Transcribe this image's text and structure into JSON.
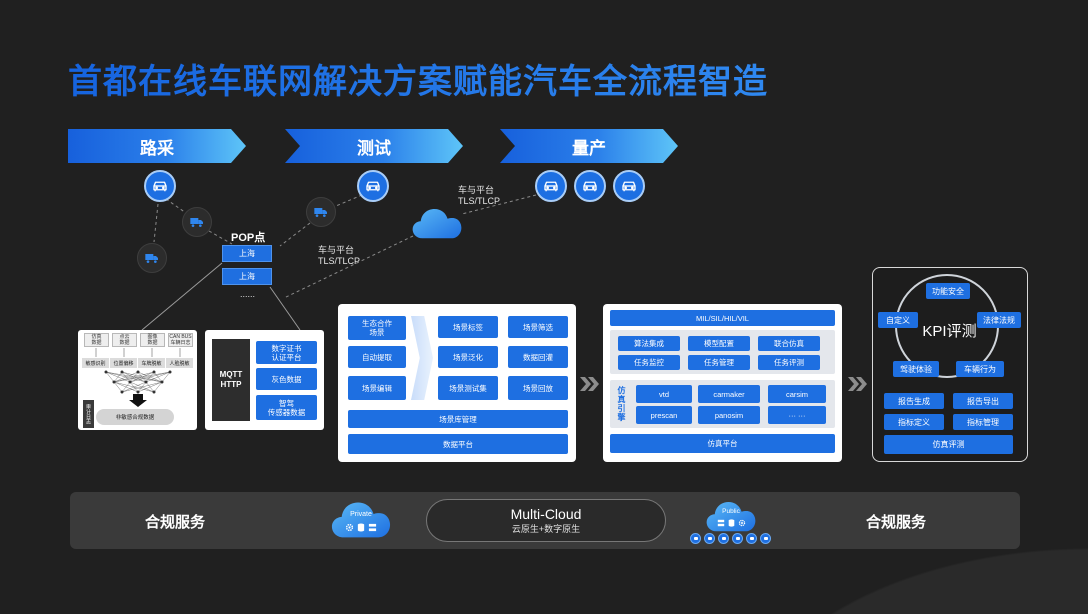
{
  "title": "首都在线车联网解决方案赋能汽车全流程智造",
  "stages": [
    {
      "label": "路采"
    },
    {
      "label": "测试"
    },
    {
      "label": "量产"
    }
  ],
  "link_labels": [
    {
      "line1": "车与平台",
      "line2": "TLS/TLCP"
    },
    {
      "line1": "车与平台",
      "line2": "TLS/TLCP"
    }
  ],
  "pop": {
    "title": "POP点",
    "nodes": [
      "上海",
      "上海"
    ],
    "more": "......"
  },
  "data_pipeline": {
    "sources": [
      "仿真\n数据",
      "点云\n数据",
      "图像\n数据",
      "CAN BUS\n车辆日志"
    ],
    "processes": [
      "敏感识别",
      "位置偏移",
      "车牌脱敏",
      "人脸脱敏"
    ],
    "audit": "审计日志",
    "output": "非敏感合规数据"
  },
  "ingest": {
    "protocol": "MQTT\nHTTP",
    "items": [
      "数字证书\n认证平台",
      "灰色数据",
      "智驾\n传感器数据"
    ]
  },
  "scene": {
    "col1": [
      "生态合作\n场景",
      "自动提取",
      "场景编辑"
    ],
    "col2": [
      "场景标签",
      "场景泛化",
      "场景测试集"
    ],
    "col3": [
      "场景筛选",
      "数据回灌",
      "场景回放"
    ],
    "library": "场景库管理",
    "platform": "数据平台"
  },
  "simulation": {
    "modes": "MIL/SIL/HIL/VIL",
    "functions": [
      [
        "算法集成",
        "模型配置",
        "联合仿真"
      ],
      [
        "任务监控",
        "任务管理",
        "任务评测"
      ]
    ],
    "engine_label": "仿真引擎",
    "engines": [
      [
        "vtd",
        "carmaker",
        "carsim"
      ],
      [
        "prescan",
        "panosim",
        "··· ···"
      ]
    ],
    "platform": "仿真平台"
  },
  "kpi": {
    "center": "KPI评测",
    "dimensions": [
      "功能安全",
      "自定义",
      "法律法规",
      "驾驶体验",
      "车辆行为"
    ],
    "actions": [
      "报告生成",
      "报告导出",
      "指标定义",
      "指标管理"
    ],
    "platform": "仿真评测"
  },
  "bottom": {
    "left_label": "合规服务",
    "private_cloud": "Private",
    "multicloud_title": "Multi-Cloud",
    "multicloud_subtitle": "云原生+数字原生",
    "public_cloud": "Public",
    "right_label": "合规服务"
  },
  "colors": {
    "background": "#202020",
    "accent_blue": "#1e6fe1",
    "accent_light": "#5ec5f8",
    "card": "#ffffff",
    "band": "#3a3a3a"
  },
  "icons": {
    "vehicle": "car-icon",
    "truck": "truck-icon",
    "cloud": "cloud-icon",
    "flow": "double-chevron-icon"
  }
}
